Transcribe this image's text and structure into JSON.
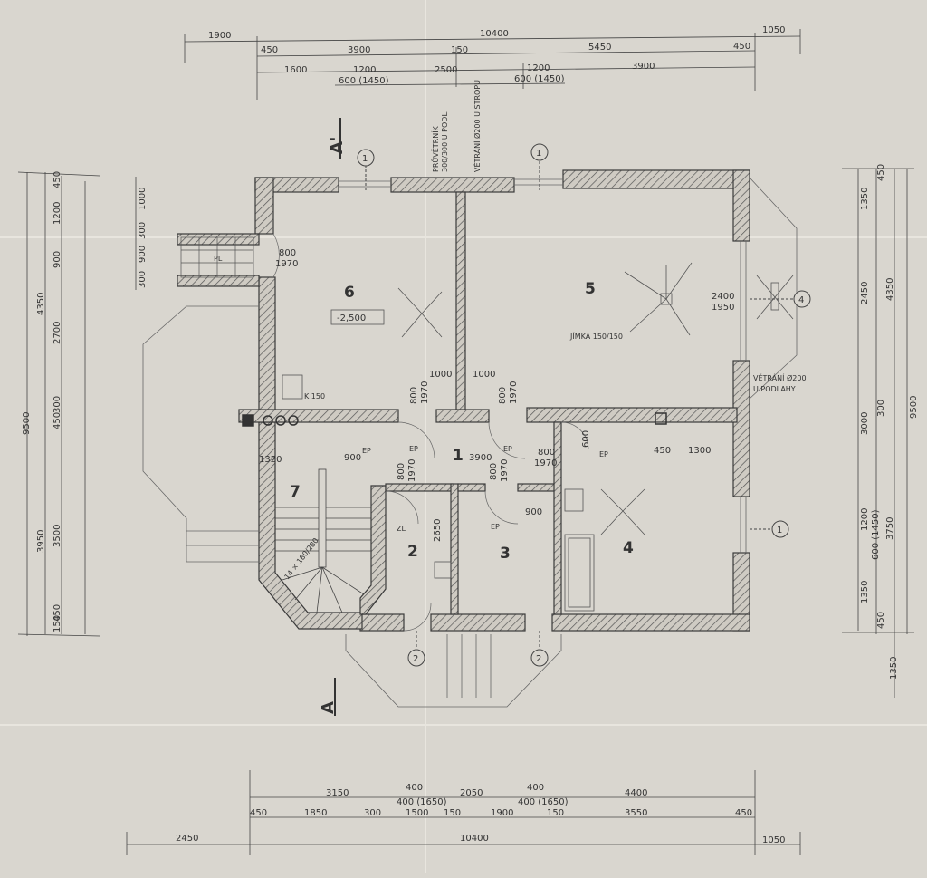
{
  "colors": {
    "paper": "#d9d6cf",
    "ink": "#3a3a3a",
    "hatch": "#555555",
    "fold": "#ece9e2"
  },
  "section_markers": {
    "top": "A'",
    "bottom": "A"
  },
  "axis_labels": {
    "one": "1",
    "two": "2",
    "four": "4"
  },
  "rooms": {
    "r1": "1",
    "r2": "2",
    "r3": "3",
    "r4": "4",
    "r5": "5",
    "r6": "6",
    "r7": "7"
  },
  "notes": {
    "level": "-2,500",
    "vent_ceiling": "VĚTRÁNÍ Ø200 U STROPU",
    "vent_floor_a": "VĚTRÁNÍ Ø200",
    "vent_floor_b": "U PODLAHY",
    "prevetrnik_a": "PRŮVĚTRNÍK",
    "prevetrnik_b": "300/300 U PODL.",
    "jimka": "JÍMKA 150/150",
    "kl": "K 150",
    "pl": "PL",
    "zl": "ZL",
    "ep": "EP",
    "stairs": "14 × 180/280"
  },
  "dims": {
    "top_total": "10400",
    "top_left": "1900",
    "top_right": "1050",
    "top_r2_a": "450",
    "top_r2_b": "3900",
    "top_r2_c": "150",
    "top_r2_d": "5450",
    "top_r2_e": "450",
    "top_r3_a": "1600",
    "top_r3_b": "1200",
    "top_r3_c": "2500",
    "top_r3_d": "1200",
    "top_r3_e": "3900",
    "top_r4_a": "600 (1450)",
    "top_r4_b": "600 (1450)",
    "left_total": "9500",
    "left_a": "4350",
    "left_b": "3950",
    "left_c1": "450",
    "left_c2": "1200",
    "left_c3": "900",
    "left_c4": "2700",
    "left_c5": "300",
    "left_c6": "450",
    "left_c7": "3500",
    "left_c8": "450",
    "left_c9": "150",
    "left_d1": "1000",
    "left_d2": "300",
    "left_d3": "900",
    "left_d4": "300",
    "right_total": "9500",
    "right_a": "4350",
    "right_b": "3750",
    "right_c1": "1350",
    "right_c2": "450",
    "right_c3": "2450",
    "right_c4": "300",
    "right_c5": "3000",
    "right_c6": "1200",
    "right_c7": "600 (1450)",
    "right_c8": "1350",
    "right_c9": "450",
    "right_c10": "1350",
    "bot_total": "10400",
    "bot_left": "2450",
    "bot_right": "1050",
    "bot_r1_a": "3150",
    "bot_r1_b": "400",
    "bot_r1_c": "2050",
    "bot_r1_d": "400",
    "bot_r1_e": "4400",
    "bot_r2_a": "450",
    "bot_r2_b": "1850",
    "bot_r2_c": "300",
    "bot_r2_d": "1500",
    "bot_r2_e": "150",
    "bot_r2_f": "1900",
    "bot_r2_g": "150",
    "bot_r2_h": "3550",
    "bot_r2_i": "450",
    "bot_r1_f": "400 (1650)",
    "bot_r1_g": "400 (1650)",
    "door_a": "800",
    "door_a2": "1970",
    "door_b": "1000",
    "door_c": "1000",
    "door_d": "800",
    "door_d2": "1970",
    "door_e": "800",
    "door_e2": "1970",
    "door_f": "800",
    "door_f2": "1970",
    "door_g": "800",
    "door_g2": "1970",
    "door_h": "800",
    "door_h2": "1970",
    "win_5": "2400",
    "win_5b": "1950",
    "int_a": "450",
    "int_b": "1300",
    "int_c": "900",
    "int_d": "2650",
    "int_e": "900",
    "int_f": "1320",
    "int_g": "3900",
    "int_h": "600"
  }
}
